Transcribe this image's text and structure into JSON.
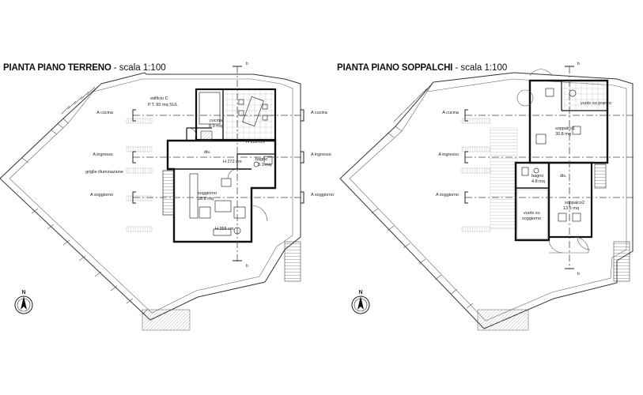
{
  "left_plan": {
    "title": "PIANTA PIANO TERRENO",
    "scale": "scala 1:100",
    "building_label": "edificio C",
    "building_area": "P.T. 90 mq SUL",
    "section_labels": [
      "A cucina",
      "A ingresso",
      "A soggiorno"
    ],
    "section_labels_right": [
      "A cucina",
      "A ingresso",
      "A soggiorno"
    ],
    "grille_label": "griglie illuminazione",
    "rooms": {
      "cucina": "cucina",
      "cucina_area": "8.9 mq",
      "bagno": "bagno",
      "bagno_area": "3.1 mq",
      "dis": "dis.",
      "soggiorno": "soggiorno",
      "soggiorno_area": "38.6 mq"
    },
    "heights": [
      "H 255 cm",
      "H 272 cm",
      "H 255 cm"
    ],
    "axis_mark": "b",
    "north": "N"
  },
  "right_plan": {
    "title": "PIANTA PIANO SOPPALCHI",
    "scale": "scala 1:100",
    "section_labels": [
      "A cucina",
      "A ingresso",
      "A soggiorno"
    ],
    "rooms": {
      "vuoto_pranzo": "vuoto su pranzo",
      "soppalco1": "soppalco1",
      "soppalco1_area": "30.8 mq",
      "bagno": "bagno",
      "bagno_area": "4.8 mq",
      "dis": "dis.",
      "vuoto_soggiorno_1": "vuoto su",
      "vuoto_soggiorno_2": "soggiorno",
      "soppalco2": "soppalco2",
      "soppalco2_area": "13.5 mq"
    },
    "axis_mark": "b",
    "north": "N"
  }
}
